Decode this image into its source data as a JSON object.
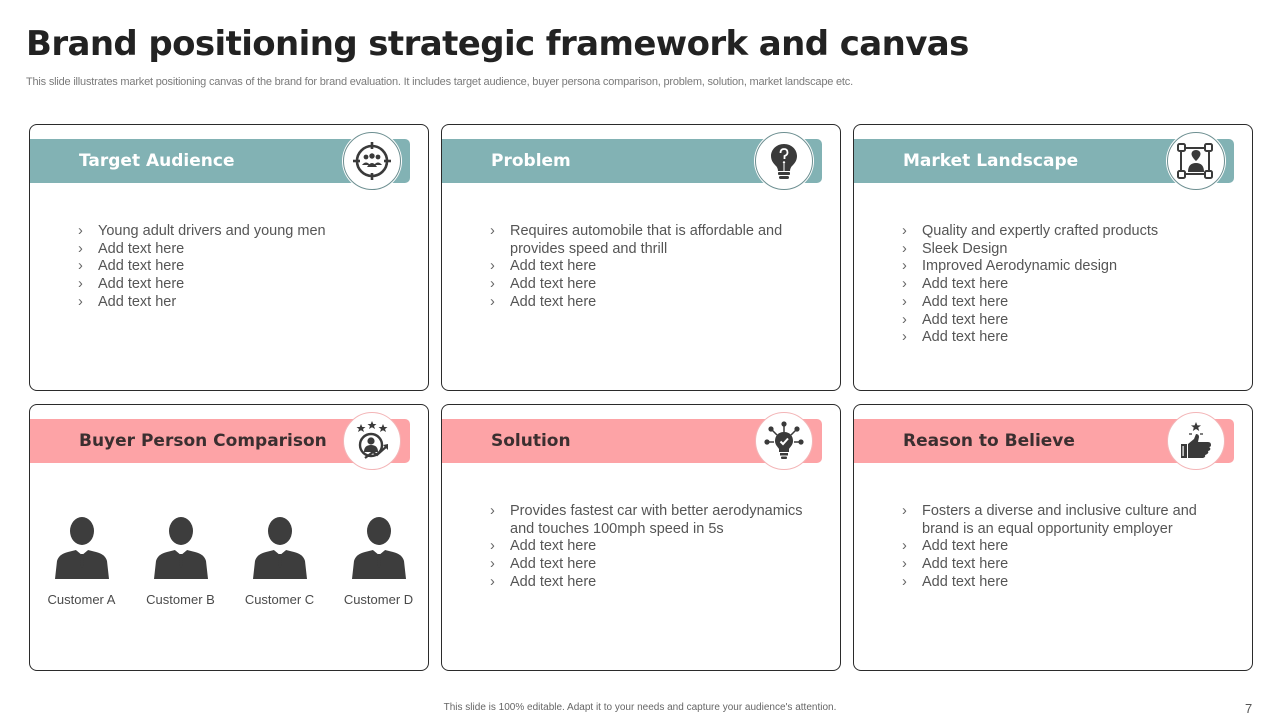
{
  "header": {
    "title": "Brand positioning strategic framework and canvas",
    "subtitle": "This slide illustrates market positioning canvas of the brand for  brand evaluation. It includes target audience, buyer persona comparison, problem, solution, market landscape etc."
  },
  "colors": {
    "teal": "#82b2b4",
    "pink": "#fda3a6",
    "title": "#222222",
    "icon": "#3a3a3a"
  },
  "cards": [
    {
      "title": "Target Audience",
      "icon": "target-audience-icon",
      "items": [
        "Young adult drivers and young men",
        "Add text here",
        "Add text here",
        "Add text here",
        "Add text her"
      ]
    },
    {
      "title": "Problem",
      "icon": "lightbulb-question-icon",
      "items": [
        "Requires automobile that is affordable and provides speed and thrill",
        "Add text here",
        "Add text here",
        "Add text here"
      ]
    },
    {
      "title": "Market Landscape",
      "icon": "market-network-icon",
      "items": [
        "Quality and expertly crafted products",
        "Sleek Design",
        "Improved Aerodynamic design",
        "Add text here",
        "Add text here",
        "Add text here",
        "Add text here"
      ]
    },
    {
      "title": "Buyer Person Comparison",
      "icon": "persona-rating-icon",
      "customers": [
        "Customer A",
        "Customer B",
        "Customer C",
        "Customer D"
      ]
    },
    {
      "title": "Solution",
      "icon": "lightbulb-check-icon",
      "items": [
        "Provides fastest car with better aerodynamics and touches 100mph speed in 5s",
        "Add text here",
        "Add text here",
        "Add text here"
      ]
    },
    {
      "title": "Reason to Believe",
      "icon": "thumbs-up-star-icon",
      "items": [
        "Fosters a diverse and inclusive culture and brand is an equal opportunity employer",
        "Add text here",
        "Add text here",
        "Add text here"
      ]
    }
  ],
  "footer": {
    "note": "This slide is 100% editable.  Adapt it to your needs and capture your audience's attention.",
    "page_number": "7"
  }
}
